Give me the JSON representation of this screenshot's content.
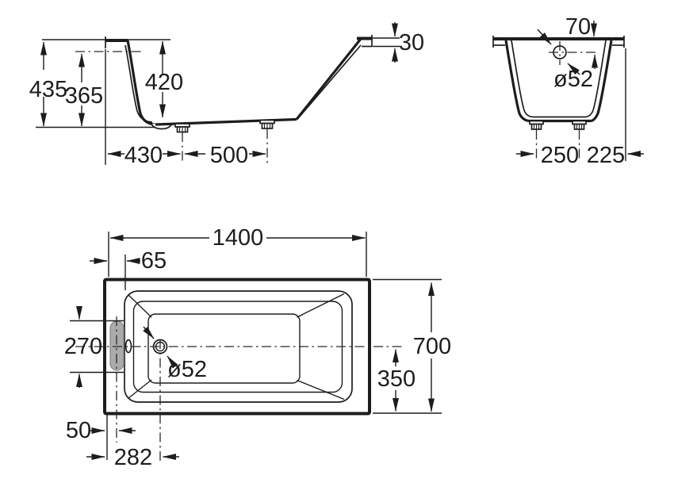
{
  "drawing": {
    "title": "bathtub-dimension-drawing",
    "ink_color": "#1d1d1d",
    "overflow_fill": "#ababab",
    "overflow_stroke": "#878787"
  },
  "views": {
    "side": {
      "name": "side-elevation",
      "labels": {
        "total_height": "435",
        "overflow_height": "365",
        "inner_depth": "420",
        "rim_thickness": "30",
        "edge_to_foot": "430",
        "feet_spacing": "500"
      }
    },
    "end": {
      "name": "end-section",
      "labels": {
        "drain_offset": "70",
        "drain_diameter": "ø52",
        "feet_spacing": "250",
        "foot_to_edge": "225"
      }
    },
    "plan": {
      "name": "plan-view",
      "labels": {
        "overall_length": "1400",
        "overflow_offset": "65",
        "overflow_span": "270",
        "drain_diameter": "ø52",
        "overall_width": "700",
        "centerline_to_edge": "350",
        "edge_to_overflow": "50",
        "edge_to_drain": "282"
      }
    }
  }
}
